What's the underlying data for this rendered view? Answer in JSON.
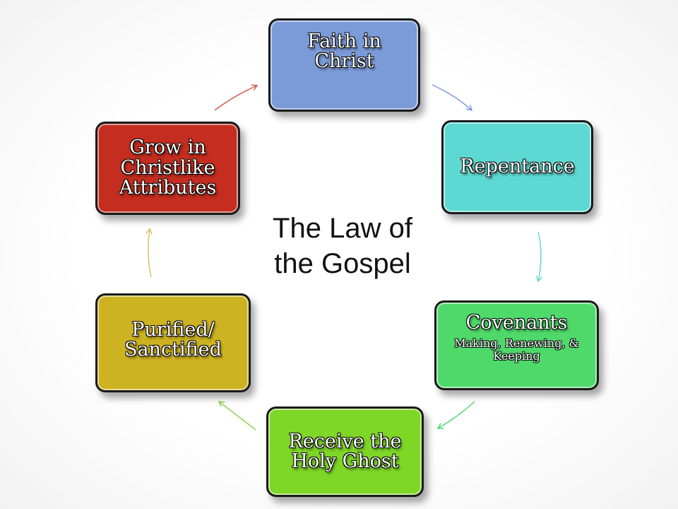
{
  "diagram": {
    "center_title_line1": "The Law of",
    "center_title_line2": "the Gospel",
    "nodes": [
      {
        "title": "Faith in Christ",
        "color": "#7b9bd8"
      },
      {
        "title": "Repentance",
        "color": "#5ed8d2"
      },
      {
        "title": "Covenants",
        "subtitle": "Making, Renewing, & Keeping",
        "color": "#4fd96a"
      },
      {
        "title": "Receive the Holy Ghost",
        "color": "#7ed627"
      },
      {
        "title": "Purified/ Sanctified",
        "color": "#cdb221"
      },
      {
        "title": "Grow in Christlike Attributes",
        "color": "#c42d1f"
      }
    ],
    "layout": "cycle",
    "arrow_direction": "clockwise"
  }
}
